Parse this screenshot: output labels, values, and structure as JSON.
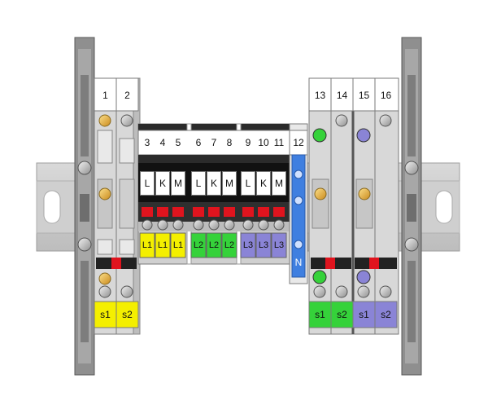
{
  "left_group": {
    "numbers": [
      "1",
      "2"
    ],
    "bottom_labels": [
      "s1",
      "s2"
    ],
    "bottom_color": "#f4ef00"
  },
  "center_group": {
    "numbers": [
      "3",
      "4",
      "5",
      "6",
      "7",
      "8",
      "9",
      "10",
      "11"
    ],
    "letters": [
      "L",
      "K",
      "M",
      "L",
      "K",
      "M",
      "L",
      "K",
      "M"
    ],
    "phases": [
      {
        "labels": [
          "L1",
          "L1",
          "L1"
        ],
        "color": "#f4ef00"
      },
      {
        "labels": [
          "L2",
          "L2",
          "L2"
        ],
        "color": "#35d23a"
      },
      {
        "labels": [
          "L3",
          "L3",
          "L3"
        ],
        "color": "#8a84d6"
      }
    ]
  },
  "neutral": {
    "number": "12",
    "label": "N",
    "color": "#3f7fe0"
  },
  "right_group": {
    "numbers": [
      "13",
      "14",
      "15",
      "16"
    ],
    "bottom_labels": [
      "s1",
      "s2",
      "s1",
      "s2"
    ],
    "bottom_colors": [
      "#35d23a",
      "#35d23a",
      "#8a84d6",
      "#8a84d6"
    ],
    "screw_accent_colors": [
      "#35d23a",
      "#8a84d6"
    ]
  },
  "colors": {
    "rail": "#c8c8c8",
    "end_bracket": "#9a9a9a",
    "terminal_body": "#d7d7d7",
    "label_strip": "#ffffff",
    "accent_red": "#e0141e",
    "brass": "#e8b34a"
  }
}
